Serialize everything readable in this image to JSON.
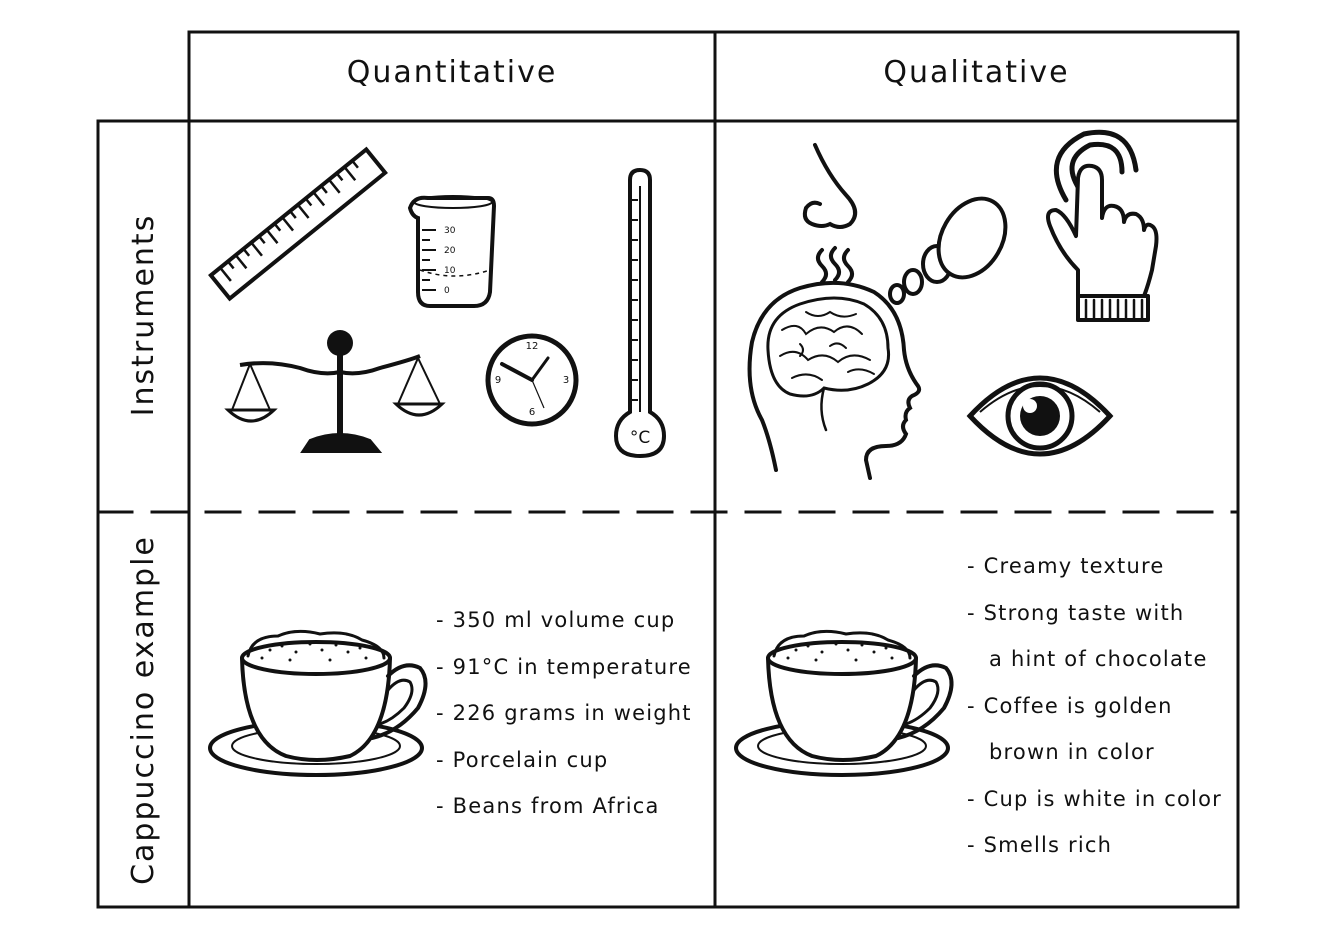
{
  "columns": {
    "quantitative": "Quantitative",
    "qualitative": "Qualitative"
  },
  "rows": {
    "instruments": "Instruments",
    "cappuccino": "Cappuccino example"
  },
  "quantitative_list": [
    "350 ml volume cup",
    "91°C in temperature",
    "226 grams in weight",
    "Porcelain cup",
    "Beans from Africa"
  ],
  "qualitative_list": [
    "Creamy texture",
    "Strong taste with",
    "a hint of chocolate",
    "Coffee is golden",
    "brown in color",
    "Cup is white in color",
    "Smells rich"
  ],
  "beaker_scale": [
    "30",
    "20",
    "10",
    "0"
  ],
  "clock_numbers": [
    "12",
    "3",
    "6",
    "9"
  ],
  "thermometer_unit": "°C",
  "icons": {
    "quantitative_instruments": [
      "ruler-icon",
      "beaker-icon",
      "thermometer-icon",
      "balance-scale-icon",
      "clock-icon"
    ],
    "qualitative_instruments": [
      "nose-icon",
      "brain-head-icon",
      "thought-bubble-icon",
      "touch-hand-icon",
      "eye-icon"
    ],
    "example": [
      "cappuccino-cup-icon"
    ]
  },
  "colors": {
    "ink": "#111111",
    "background": "#ffffff"
  }
}
